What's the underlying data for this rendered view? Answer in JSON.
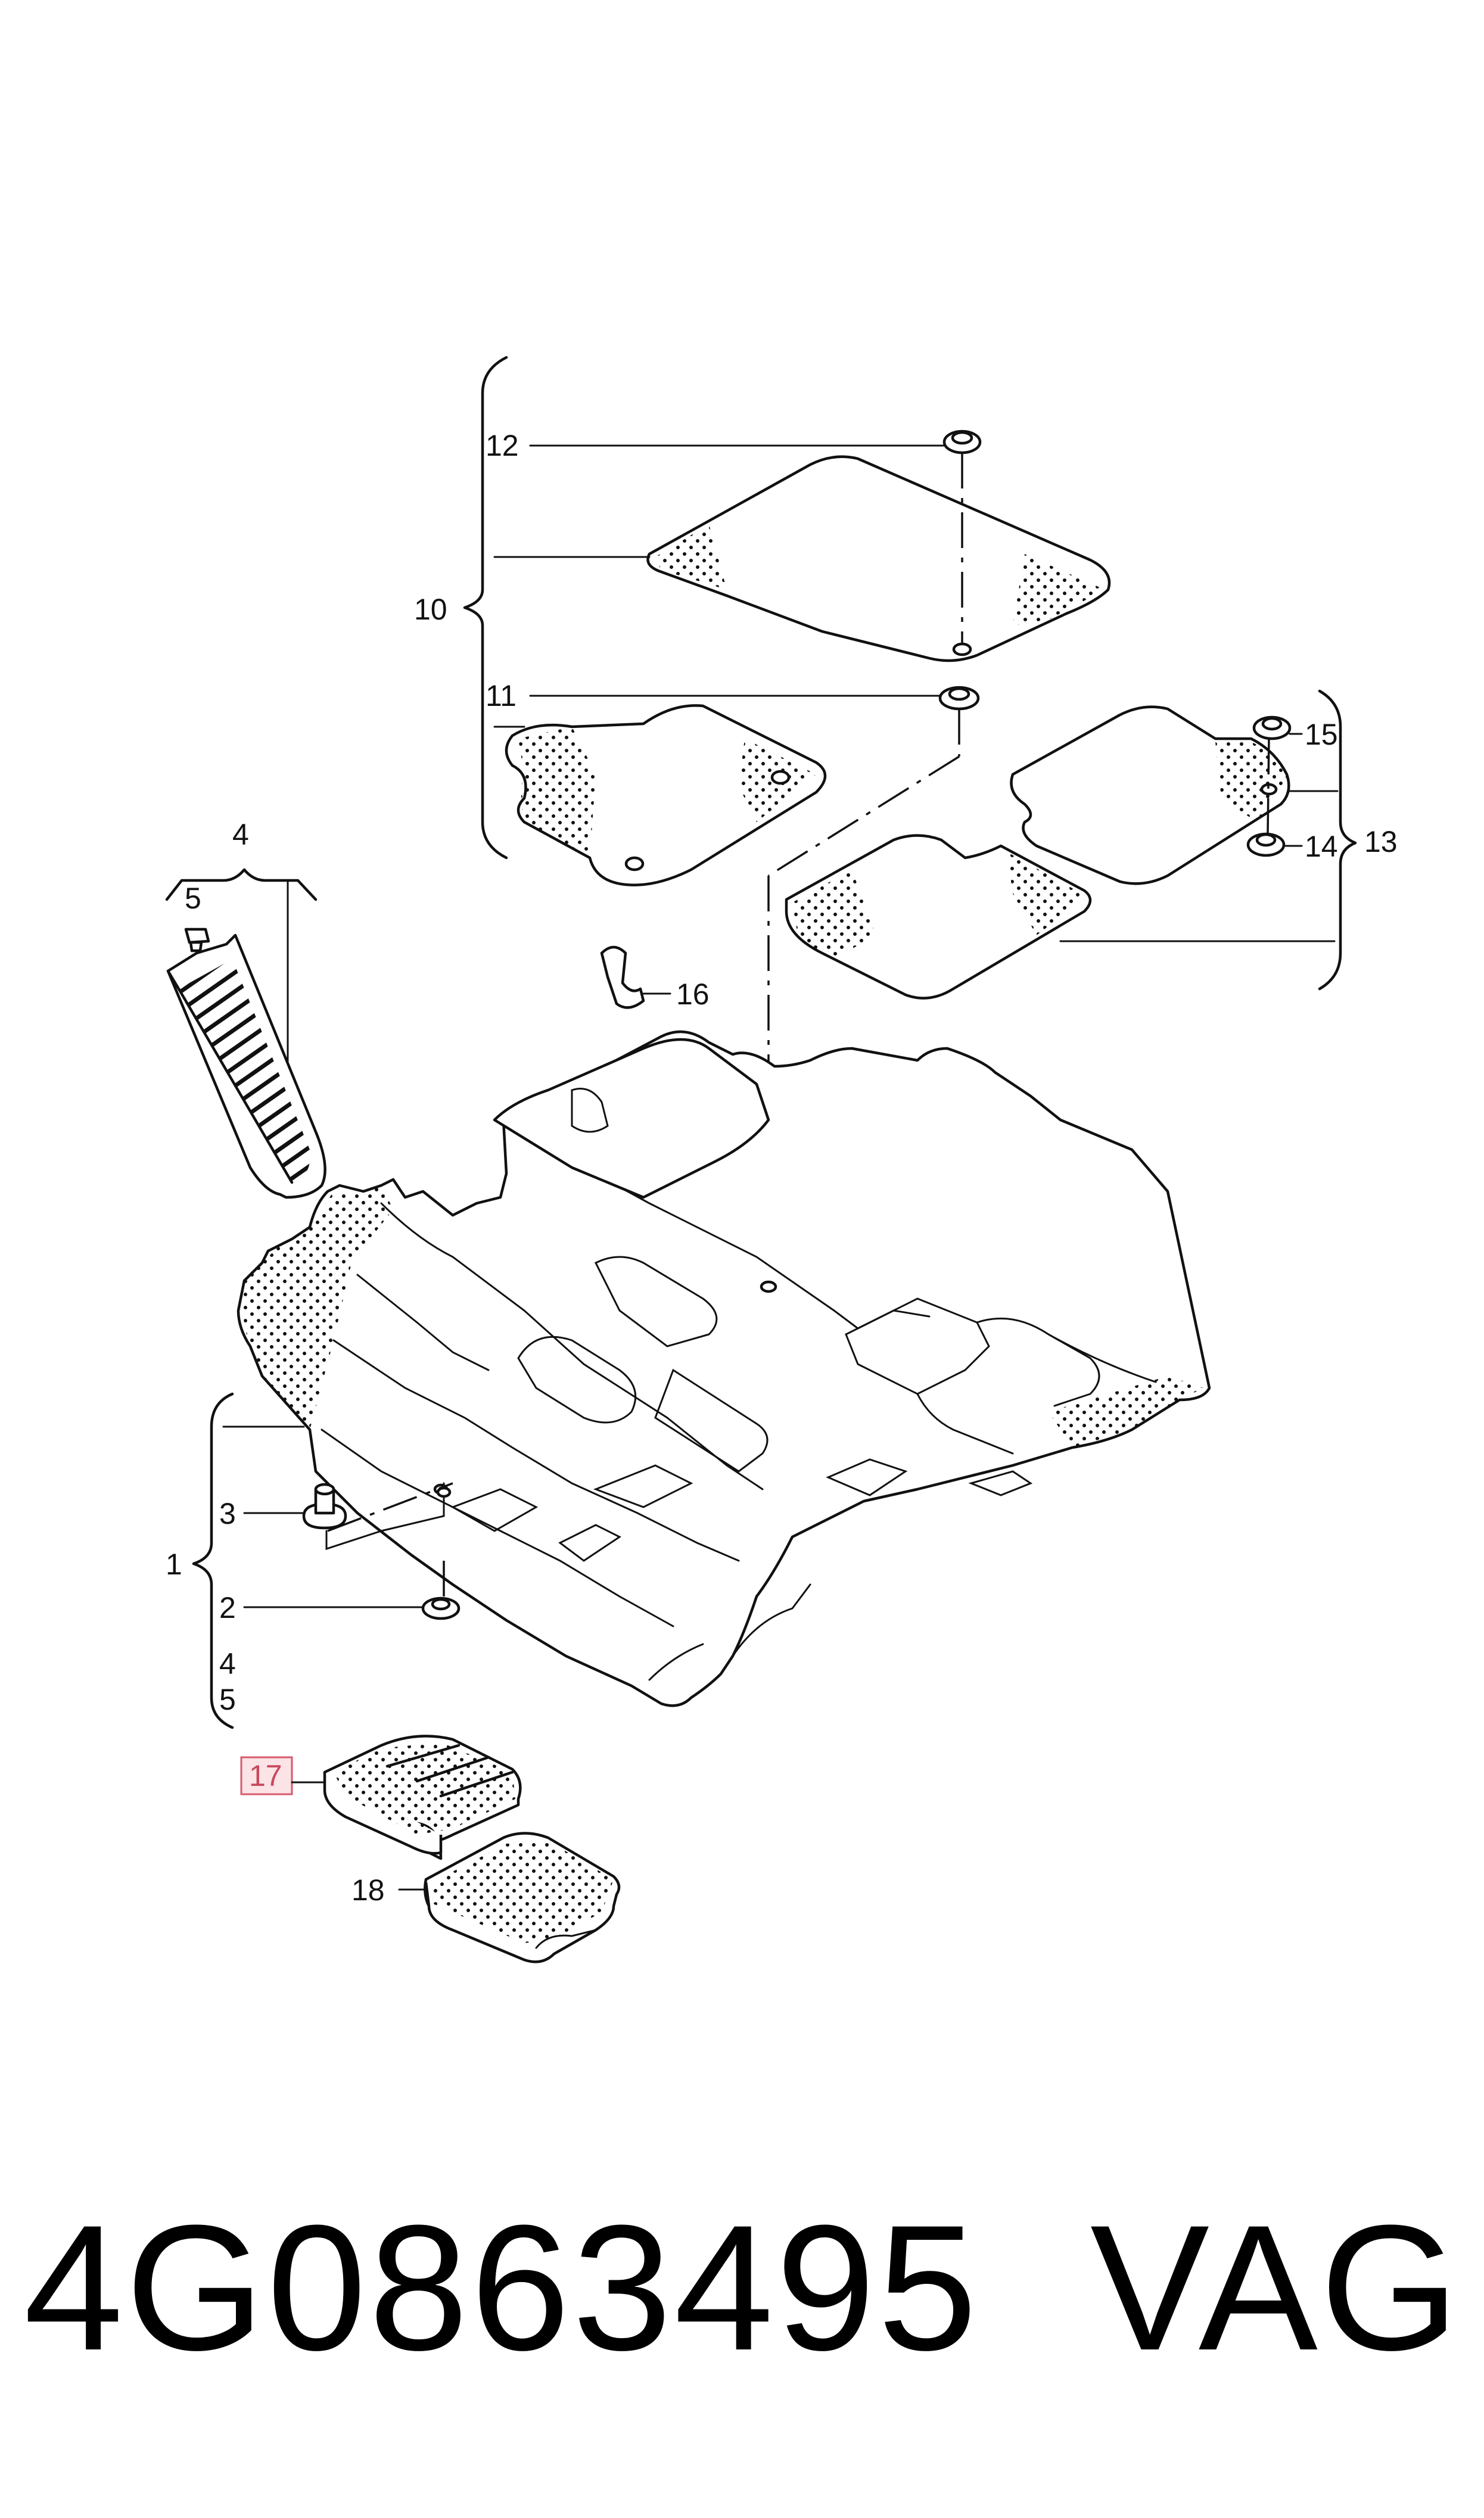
{
  "callouts": {
    "c1": "1",
    "c2": "2",
    "c3": "3",
    "c4_top": "4",
    "c4_low": "4",
    "c5_top": "5",
    "c5_low": "5",
    "c10": "10",
    "c11": "11",
    "c12": "12",
    "c13": "13",
    "c14": "14",
    "c15": "15",
    "c16": "16",
    "c17": "17",
    "c18": "18"
  },
  "highlight": {
    "color": "#d65a6c",
    "fill": "#fbe3e6"
  },
  "footer": {
    "part_number": "4G0863495",
    "brand": "VAG"
  }
}
